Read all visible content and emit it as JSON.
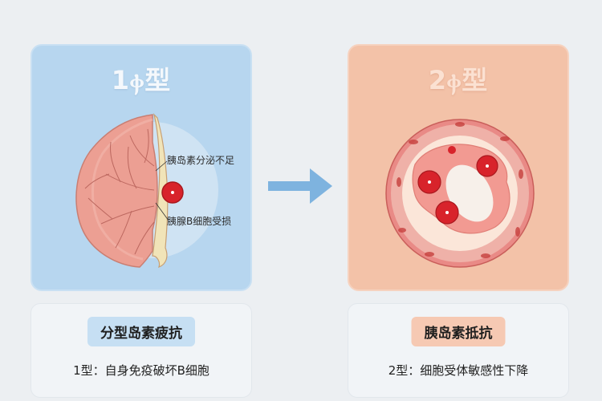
{
  "left_panel": {
    "title": "1ⲫ型",
    "annotation_top": "胰岛素分泌不足",
    "annotation_bottom": "胰腺B细胞受损",
    "color": "#b7d6ef"
  },
  "right_panel": {
    "title": "2ⲫ型",
    "color": "#f3c2a8"
  },
  "left_card": {
    "tag": "分型岛素疲抗",
    "description": "1型：自身免疫破坏B细胞"
  },
  "right_card": {
    "tag": "胰岛素抵抗",
    "description": "2型：细胞受体敏感性下降"
  },
  "arrow_color": "#7eb3df",
  "icons": [
    "pancreas-illustration",
    "cell-illustration",
    "right-arrow-icon"
  ]
}
